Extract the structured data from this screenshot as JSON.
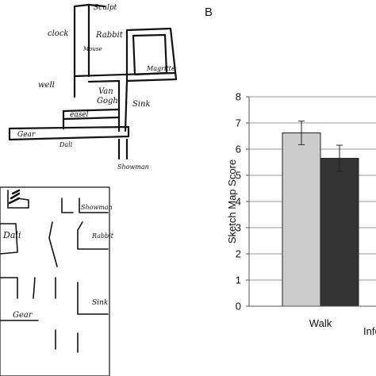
{
  "panel_b_label": "B",
  "sketch_top": {
    "labels": {
      "sculpture": "Sculpt",
      "clock": "clock",
      "rabbit": "Rabbit",
      "mouse": "Mouse",
      "magritte": "Magritte",
      "well": "well",
      "van_gogh": "Van\nGogh",
      "sink": "Sink",
      "easel": "easel",
      "gear": "Gear",
      "dali": "Dali",
      "showman": "Showman"
    }
  },
  "sketch_bottom": {
    "labels": {
      "dali": "Dali",
      "showman": "Showman",
      "rabbit": "Rabbit",
      "sink": "Sink",
      "gear": "Gear"
    }
  },
  "chart_data": {
    "type": "bar",
    "categories": [
      "Walk",
      "Info"
    ],
    "visible_category_labels": [
      "Walk",
      "Infe"
    ],
    "series": [
      {
        "values": [
          6.62,
          5.65
        ],
        "errors": [
          0.45,
          0.5
        ]
      }
    ],
    "bar_colors": [
      "#cccccc",
      "#333333"
    ],
    "xlabel": "",
    "ylabel": "Sketch Map Score",
    "ylim": [
      0,
      8
    ],
    "yticks": [
      0,
      1,
      2,
      3,
      4,
      5,
      6,
      7,
      8
    ],
    "grid": true,
    "title": ""
  }
}
